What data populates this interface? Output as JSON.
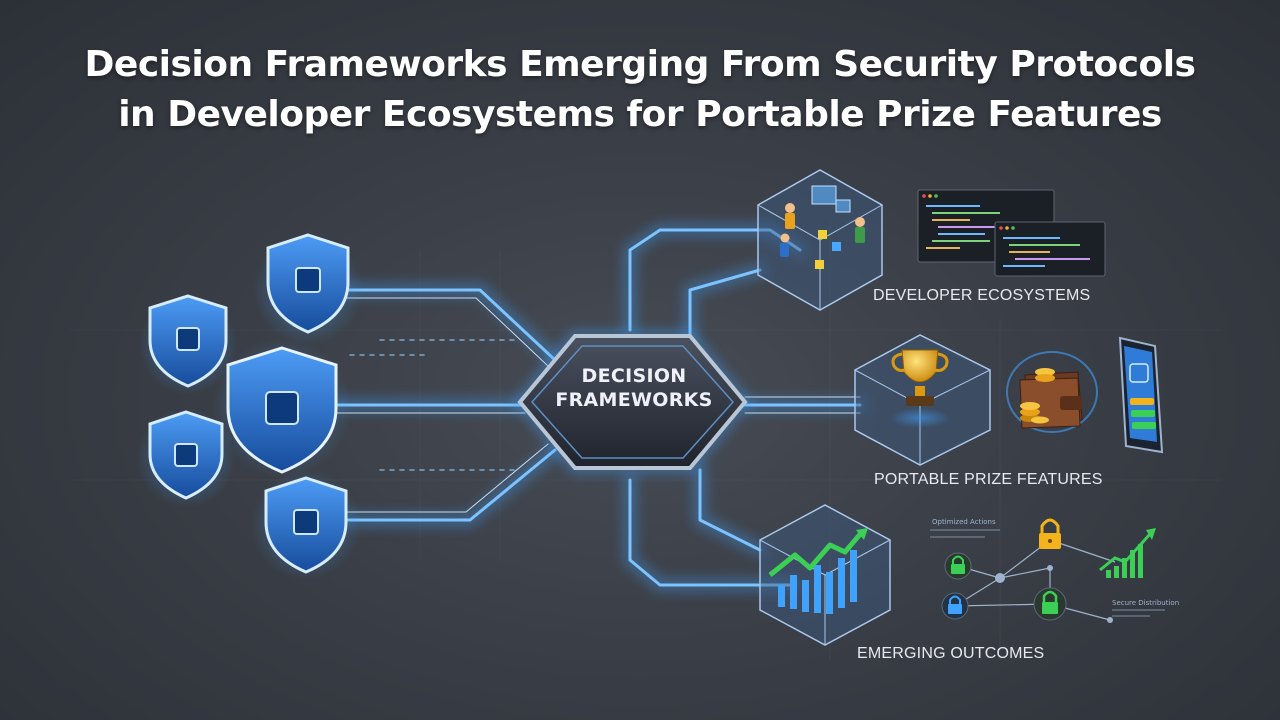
{
  "title": {
    "line1": "Decision Frameworks Emerging From Security Protocols",
    "line2": "in Developer Ecosystems for Portable Prize Features"
  },
  "hub": {
    "line1": "DECISION",
    "line2": "FRAMEWORKS"
  },
  "nodes": {
    "developer": "DEVELOPER ECOSYSTEMS",
    "prize": "PORTABLE PRIZE FEATURES",
    "outcomes": "EMERGING OUTCOMES"
  },
  "network": {
    "label1": "Optimized Actions",
    "label2": "Secure Distribution"
  },
  "colors": {
    "background": "#3a3e46",
    "glow": "#3fa2ff",
    "shield": "#1c63c4",
    "gold": "#f2b31d",
    "green": "#3ccf55"
  },
  "icons": [
    "shield-icon",
    "chip-icon",
    "trophy-icon",
    "wallet-icon",
    "coin-icon",
    "phone-icon",
    "padlock-icon",
    "trend-chart-icon",
    "code-window-icon"
  ]
}
